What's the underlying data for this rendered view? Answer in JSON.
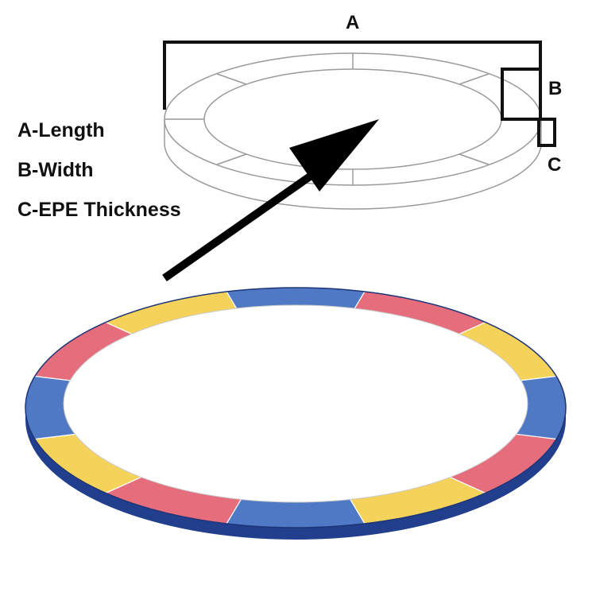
{
  "dimension_letters": {
    "a": "A",
    "b": "B",
    "c": "C"
  },
  "legend": [
    "A-Length",
    "B-Width",
    "C-EPE Thickness"
  ],
  "colors": {
    "outline": "#111111",
    "sketch_line": "#9a9a9a",
    "pad_blue": "#4f79c4",
    "pad_red": "#e56d7c",
    "pad_yellow": "#f5d35a",
    "pad_skirt": "#223f8e"
  },
  "pad_segment_colors": [
    "blue",
    "red",
    "yellow",
    "blue",
    "red",
    "yellow",
    "blue",
    "red",
    "yellow",
    "blue",
    "red",
    "yellow"
  ]
}
